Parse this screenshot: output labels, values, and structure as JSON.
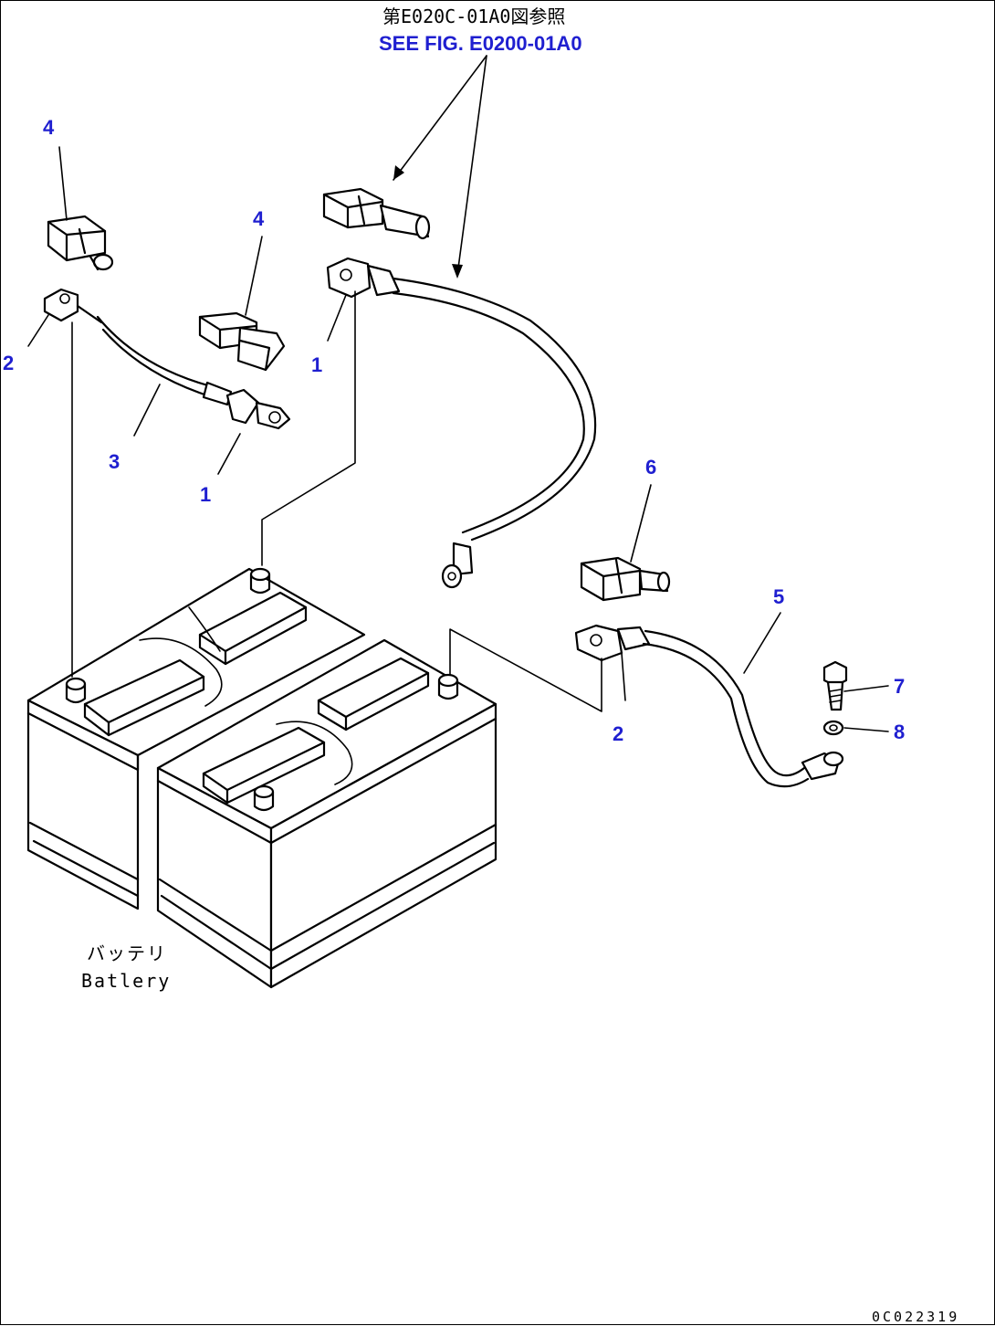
{
  "header": {
    "reference_jp": "第E020C-01A0図参照",
    "reference_en": "SEE FIG. E0200-01A0"
  },
  "callouts": {
    "c1_a": "1",
    "c1_b": "1",
    "c2_a": "2",
    "c2_b": "2",
    "c3": "3",
    "c4_a": "4",
    "c4_b": "4",
    "c5": "5",
    "c6": "6",
    "c7": "7",
    "c8": "8"
  },
  "battery_label": {
    "jp": "バッテリ",
    "en": "Batlery"
  },
  "figure_id": "0C022319",
  "colors": {
    "callout": "#1f1fd0",
    "line": "#000000",
    "background": "#ffffff"
  }
}
